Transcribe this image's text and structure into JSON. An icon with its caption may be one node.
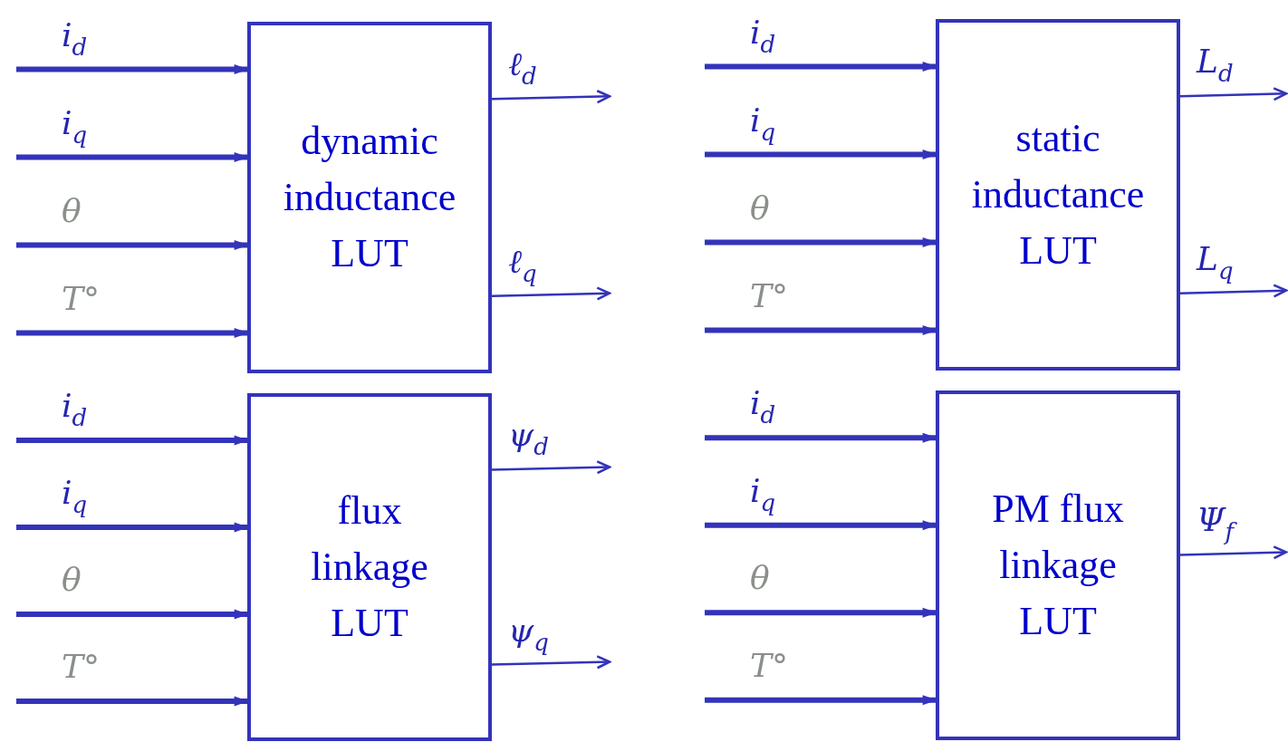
{
  "diagram": {
    "nodes": [
      {
        "text": [
          "dynamic inductance LUT"
        ]
      },
      {
        "text": [
          "static inductance LUT"
        ]
      },
      {
        "text": [
          "flux linkage LUT"
        ]
      },
      {
        "text": [
          "PM flux linkage LUT"
        ]
      }
    ],
    "edges": [
      {
        "from": null,
        "to": 0,
        "arrow": "to",
        "label": "i$_{d}$"
      },
      {
        "from": null,
        "to": 0,
        "arrow": "to",
        "label": "i$_{q}$"
      },
      {
        "from": null,
        "to": 0,
        "arrow": "to",
        "label": "θ"
      },
      {
        "from": null,
        "to": 0,
        "arrow": "to",
        "label": "T°"
      },
      {
        "from": 0,
        "to": null,
        "arrow": "to",
        "label": "ℓ$_{d}$"
      },
      {
        "from": 0,
        "to": null,
        "arrow": "to",
        "label": "ℓ$_{q}$"
      },
      {
        "from": null,
        "to": 1,
        "arrow": "to",
        "label": "i$_{d}$"
      },
      {
        "from": null,
        "to": 1,
        "arrow": "to",
        "label": "i$_{q}$"
      },
      {
        "from": null,
        "to": 1,
        "arrow": "to",
        "label": "θ"
      },
      {
        "from": null,
        "to": 1,
        "arrow": "to",
        "label": "T°"
      },
      {
        "from": 1,
        "to": null,
        "arrow": "to",
        "label": "L$_{d}$"
      },
      {
        "from": 1,
        "to": null,
        "arrow": "to",
        "label": "L$_{q}$"
      },
      {
        "from": null,
        "to": 2,
        "arrow": "to",
        "label": "i$_{d}$"
      },
      {
        "from": null,
        "to": 2,
        "arrow": "to",
        "label": "i$_{q}$"
      },
      {
        "from": null,
        "to": 2,
        "arrow": "to",
        "label": "θ"
      },
      {
        "from": null,
        "to": 2,
        "arrow": "to",
        "label": "T°"
      },
      {
        "from": 2,
        "to": null,
        "arrow": "to",
        "label": "ψ$_{d}$"
      },
      {
        "from": 2,
        "to": null,
        "arrow": "to",
        "label": "ψ$_{q}$"
      },
      {
        "from": null,
        "to": 3,
        "arrow": "to",
        "label": "i$_{d}$"
      },
      {
        "from": null,
        "to": 3,
        "arrow": "to",
        "label": "i$_{q}$"
      },
      {
        "from": null,
        "to": 3,
        "arrow": "to",
        "label": "θ"
      },
      {
        "from": null,
        "to": 3,
        "arrow": "to",
        "label": "T°"
      },
      {
        "from": 3,
        "to": null,
        "arrow": "to",
        "label": "Ψ$_{f}$"
      }
    ]
  }
}
